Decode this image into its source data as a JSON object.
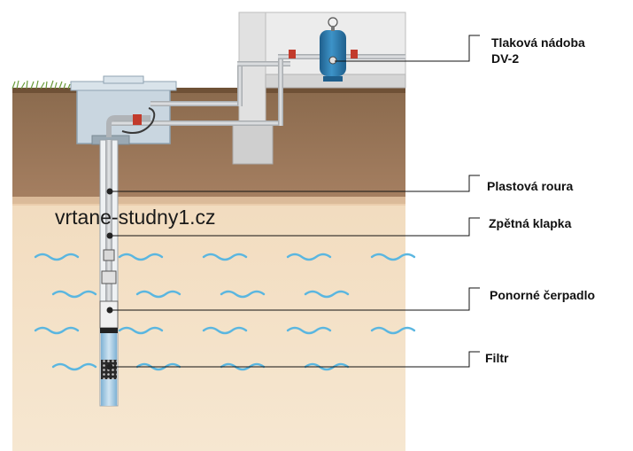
{
  "watermark": "vrtane-studny1.cz",
  "labels": {
    "pressure_vessel_line1": "Tlaková nádoba",
    "pressure_vessel_line2": "DV-2",
    "plastic_pipe": "Plastová roura",
    "check_valve": "Zpětná klapka",
    "submersible_pump": "Ponorné čerpadlo",
    "filter": "Filtr"
  },
  "colors": {
    "soil_top": "#8c6a4a",
    "soil_band": "#a87858",
    "aquifer": "#f3dfc4",
    "water_wave": "#5ab6e0",
    "pipe": "#b9bcbf",
    "vessel": "#2f7fb2",
    "building": "#e3e3e3"
  }
}
